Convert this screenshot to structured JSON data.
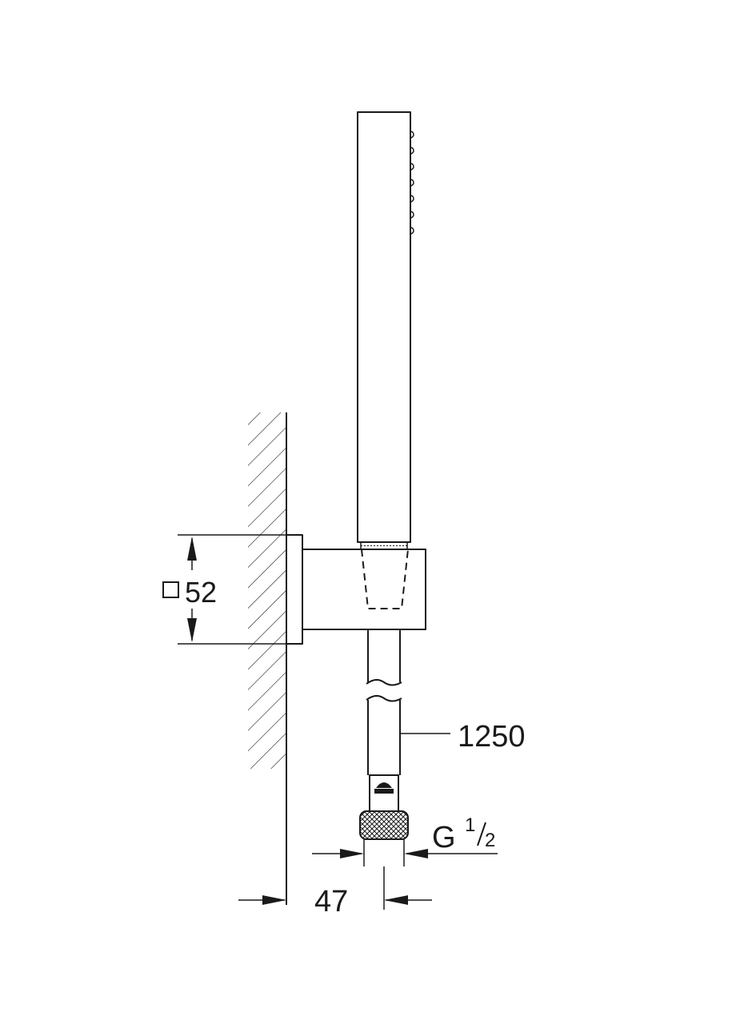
{
  "drawing": {
    "dimension_mount_size": "52",
    "dimension_hose_length": "1250",
    "dimension_wall_offset": "47",
    "thread_letter": "G",
    "thread_numerator": "1",
    "thread_denominator": "2"
  },
  "colors": {
    "line": "#1a1a1a",
    "background": "#ffffff"
  },
  "icons": {
    "square_symbol": "square-icon",
    "brand_logo": "logo-icon"
  }
}
